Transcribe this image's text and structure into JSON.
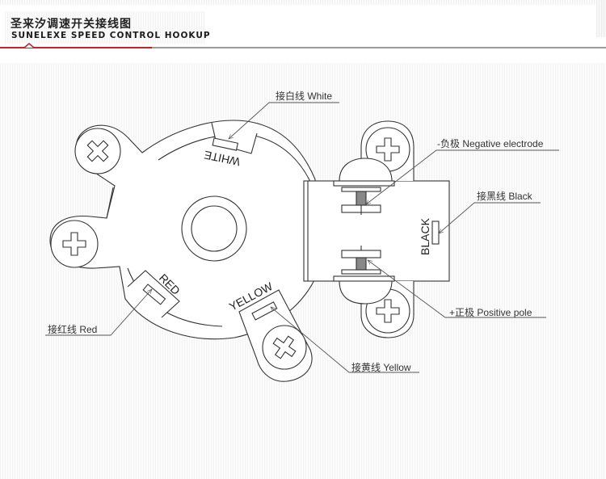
{
  "header": {
    "title_cn": "圣来汐调速开关接线图",
    "title_en": "SUNELEXE SPEED CONTROL HOOKUP",
    "accent_color": "#c8202c",
    "rule_color": "#9a9a9a"
  },
  "diagram": {
    "part_labels": {
      "white": "WHITE",
      "red": "RED",
      "yellow": "YELLOW",
      "black": "BLACK"
    },
    "callouts": {
      "white": "接白线 White",
      "negative": "-负极 Negative electrode",
      "black": "接黑线 Black",
      "red": "接红线 Red",
      "positive": "+正极 Positive pole",
      "yellow": "接黄线 Yellow"
    },
    "icons": [
      "phillips-screw-icon",
      "terminal-screw-icon"
    ]
  }
}
